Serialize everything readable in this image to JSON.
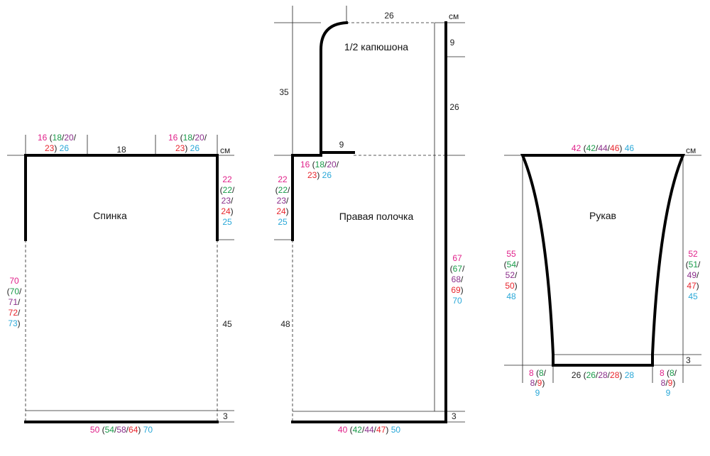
{
  "colors": {
    "black": "#222222",
    "size1": "#e0218a",
    "size2": "#1a9b4a",
    "size3": "#8b2f8b",
    "size4": "#e8262d",
    "size5": "#2aa8d8"
  },
  "unit": "см",
  "back": {
    "title": "Спинка",
    "shoulder_l1": [
      [
        "16 ",
        "size1"
      ],
      [
        "(",
        "black"
      ],
      [
        "18",
        "size2"
      ],
      [
        "/",
        "black"
      ],
      [
        "20",
        "size3"
      ],
      [
        "/",
        "black"
      ]
    ],
    "shoulder_l2": [
      [
        "23",
        "size4"
      ],
      [
        ") ",
        "black"
      ],
      [
        "26",
        "size5"
      ]
    ],
    "neck": "18",
    "side": [
      [
        "22",
        "size1"
      ],
      [
        "(",
        "black"
      ],
      [
        "22",
        "size2"
      ],
      [
        "/",
        "black"
      ],
      [
        "23",
        "size3"
      ],
      [
        "/",
        "black"
      ],
      [
        "24",
        "size4"
      ],
      [
        ")",
        "black"
      ],
      [
        "25",
        "size5"
      ]
    ],
    "lower": "45",
    "length": [
      [
        "70",
        "size1"
      ],
      [
        "(",
        "black"
      ],
      [
        "70",
        "size2"
      ],
      [
        "/",
        "black"
      ],
      [
        "71",
        "size3"
      ],
      [
        "/",
        "black"
      ],
      [
        "72",
        "size4"
      ],
      [
        "/",
        "black"
      ],
      [
        "73",
        "size5"
      ],
      [
        ")",
        "black"
      ]
    ],
    "rib": "3",
    "width": [
      [
        "50 ",
        "size1"
      ],
      [
        "(",
        "black"
      ],
      [
        "54",
        "size2"
      ],
      [
        "/",
        "black"
      ],
      [
        "58",
        "size3"
      ],
      [
        "/",
        "black"
      ],
      [
        "64",
        "size4"
      ],
      [
        ") ",
        "black"
      ],
      [
        "70",
        "size5"
      ]
    ]
  },
  "front": {
    "title": "Правая полочка",
    "hood_title": "1/2 капюшона",
    "hood_width": "26",
    "hood_top": "9",
    "hood_height": "35",
    "hood_side": "26",
    "hood_base": "9",
    "shoulder_l1": [
      [
        "16 ",
        "size1"
      ],
      [
        "(",
        "black"
      ],
      [
        "18",
        "size2"
      ],
      [
        "/",
        "black"
      ],
      [
        "20",
        "size3"
      ],
      [
        "/",
        "black"
      ]
    ],
    "shoulder_l2": [
      [
        "23",
        "size4"
      ],
      [
        ") ",
        "black"
      ],
      [
        "26",
        "size5"
      ]
    ],
    "armhole": [
      [
        "22",
        "size1"
      ],
      [
        "(",
        "black"
      ],
      [
        "22",
        "size2"
      ],
      [
        "/",
        "black"
      ],
      [
        "23",
        "size3"
      ],
      [
        "/",
        "black"
      ],
      [
        "24",
        "size4"
      ],
      [
        ")",
        "black"
      ],
      [
        "25",
        "size5"
      ]
    ],
    "lower": "48",
    "length": [
      [
        "67",
        "size1"
      ],
      [
        "(",
        "black"
      ],
      [
        "67",
        "size2"
      ],
      [
        "/",
        "black"
      ],
      [
        "68",
        "size3"
      ],
      [
        "/",
        "black"
      ],
      [
        "69",
        "size4"
      ],
      [
        ")",
        "black"
      ],
      [
        "70",
        "size5"
      ]
    ],
    "rib": "3",
    "width": [
      [
        "40 ",
        "size1"
      ],
      [
        "(",
        "black"
      ],
      [
        "42",
        "size2"
      ],
      [
        "/",
        "black"
      ],
      [
        "44",
        "size3"
      ],
      [
        "/",
        "black"
      ],
      [
        "47",
        "size4"
      ],
      [
        ") ",
        "black"
      ],
      [
        "50",
        "size5"
      ]
    ]
  },
  "sleeve": {
    "title": "Рукав",
    "top": [
      [
        "42 ",
        "size1"
      ],
      [
        "(",
        "black"
      ],
      [
        "42",
        "size2"
      ],
      [
        "/",
        "black"
      ],
      [
        "44",
        "size3"
      ],
      [
        "/",
        "black"
      ],
      [
        "46",
        "size4"
      ],
      [
        ") ",
        "black"
      ],
      [
        "46",
        "size5"
      ]
    ],
    "left_len": [
      [
        "55",
        "size1"
      ],
      [
        "(",
        "black"
      ],
      [
        "54",
        "size2"
      ],
      [
        "/",
        "black"
      ],
      [
        "52",
        "size3"
      ],
      [
        "/",
        "black"
      ],
      [
        "50",
        "size4"
      ],
      [
        ")",
        "black"
      ],
      [
        "48",
        "size5"
      ]
    ],
    "right_len": [
      [
        "52",
        "size1"
      ],
      [
        "(",
        "black"
      ],
      [
        "51",
        "size2"
      ],
      [
        "/",
        "black"
      ],
      [
        "49",
        "size3"
      ],
      [
        "/",
        "black"
      ],
      [
        "47",
        "size4"
      ],
      [
        ")",
        "black"
      ],
      [
        "45",
        "size5"
      ]
    ],
    "rib": "3",
    "cuff": [
      [
        "26 ",
        "black"
      ],
      [
        "(",
        "black"
      ],
      [
        "26",
        "size2"
      ],
      [
        "/",
        "black"
      ],
      [
        "28",
        "size3"
      ],
      [
        "/",
        "black"
      ],
      [
        "28",
        "size4"
      ],
      [
        ") ",
        "black"
      ],
      [
        "28",
        "size5"
      ]
    ],
    "left_taper": [
      [
        "8 ",
        "size1"
      ],
      [
        "(",
        "black"
      ],
      [
        "8",
        "size2"
      ],
      [
        "/",
        "black"
      ],
      [
        "8",
        "size3"
      ],
      [
        "/",
        "black"
      ],
      [
        "9",
        "size4"
      ],
      [
        ")",
        "black"
      ],
      [
        "9",
        "size5"
      ]
    ],
    "right_taper": [
      [
        "8 ",
        "size1"
      ],
      [
        "(",
        "black"
      ],
      [
        "8",
        "size2"
      ],
      [
        "/",
        "black"
      ],
      [
        "8",
        "size3"
      ],
      [
        "/",
        "black"
      ],
      [
        "9",
        "size4"
      ],
      [
        ")",
        "black"
      ],
      [
        "9",
        "size5"
      ]
    ]
  }
}
